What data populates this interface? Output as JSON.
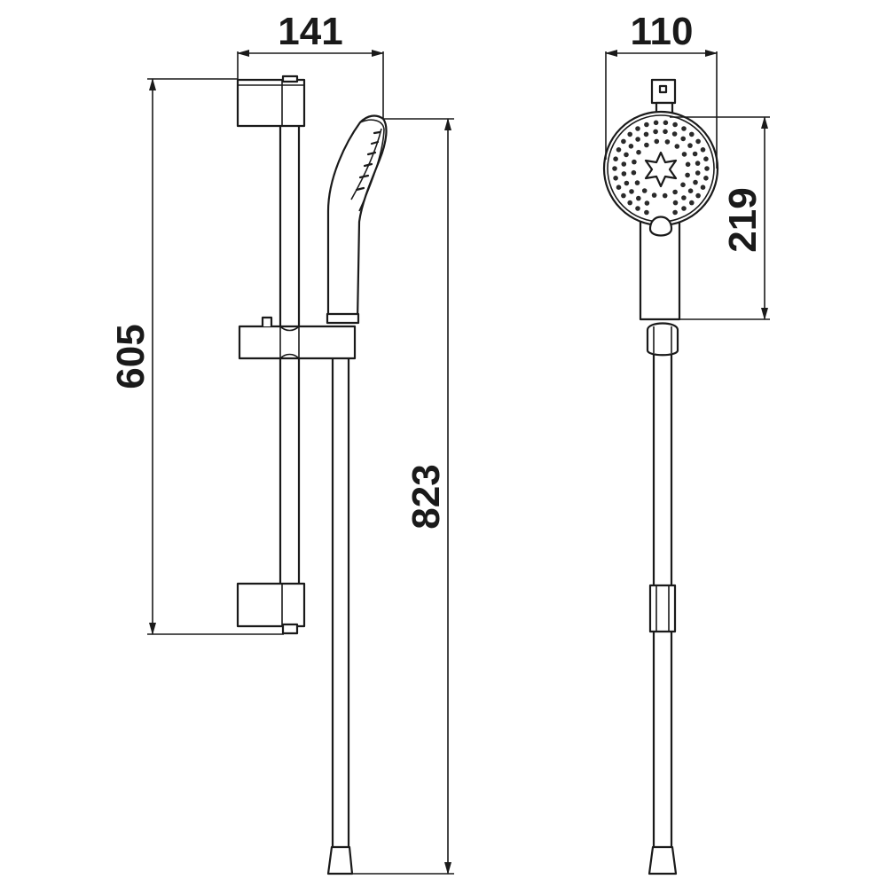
{
  "drawing": {
    "dimensions": {
      "bar_width": "141",
      "rail_height": "605",
      "total_height": "823",
      "head_width": "110",
      "head_height": "219"
    }
  }
}
